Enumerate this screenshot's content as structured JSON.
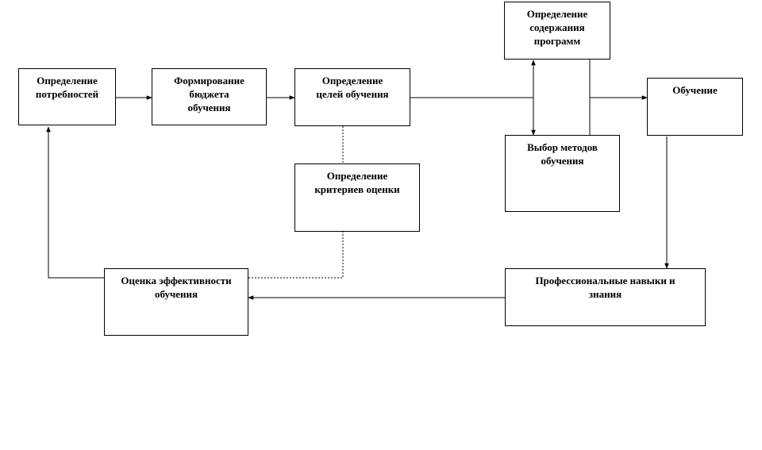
{
  "nodes": {
    "needs": {
      "lines": [
        "Определение",
        "потребностей"
      ]
    },
    "budget": {
      "lines": [
        "Формирование",
        "бюджета",
        "обучения"
      ]
    },
    "goals": {
      "lines": [
        "Определение",
        "целей обучения"
      ]
    },
    "content": {
      "lines": [
        "Определение",
        "содержания",
        "программ"
      ]
    },
    "training": {
      "lines": [
        "Обучение"
      ]
    },
    "methods": {
      "lines": [
        "Выбор методов",
        "обучения"
      ]
    },
    "criteria": {
      "lines": [
        "Определение",
        "критериев оценки"
      ]
    },
    "evaluation": {
      "lines": [
        "Оценка эффективности",
        "обучения"
      ]
    },
    "skills": {
      "lines": [
        "Профессиональные навыки и",
        "знания"
      ]
    }
  },
  "colors": {
    "line": "#000000",
    "box_border": "#000000",
    "background": "#ffffff"
  }
}
